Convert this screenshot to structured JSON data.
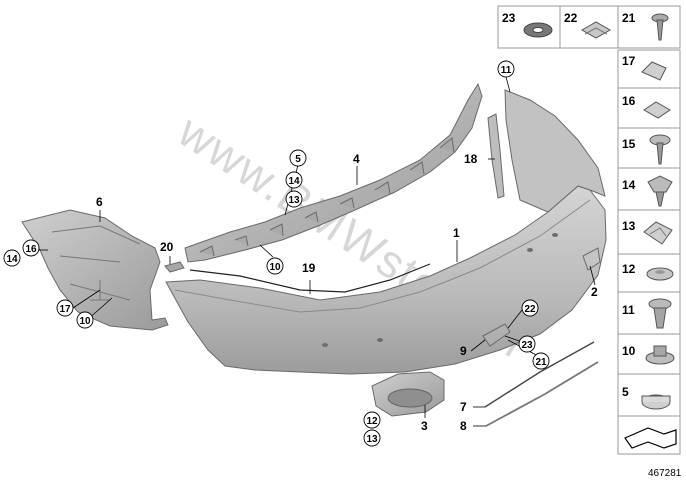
{
  "diagram": {
    "watermark": "www.BMWstore.pl",
    "diagram_id": "467281",
    "callouts": {
      "c1": "1",
      "c2": "2",
      "c3": "3",
      "c4": "4",
      "c5": "5",
      "c6": "6",
      "c7": "7",
      "c8": "8",
      "c9": "9",
      "c10a": "10",
      "c10b": "10",
      "c11": "11",
      "c12": "12",
      "c13a": "13",
      "c13b": "13",
      "c14a": "14",
      "c14b": "14",
      "c16": "16",
      "c17": "17",
      "c18": "18",
      "c19": "19",
      "c20": "20",
      "c21": "21",
      "c22": "22",
      "c23": "23"
    }
  },
  "parts_sidebar": {
    "top_row": [
      "23",
      "22",
      "21"
    ],
    "column": [
      "17",
      "16",
      "15",
      "14",
      "13",
      "12",
      "11",
      "10",
      "5"
    ]
  }
}
